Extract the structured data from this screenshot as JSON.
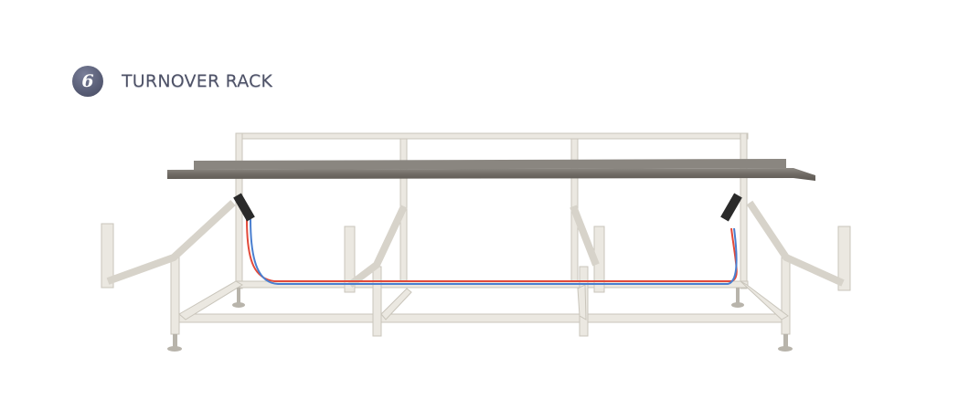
{
  "section": {
    "number": "6",
    "title": "TURNOVER RACK"
  },
  "image": {
    "subject": "turnover-rack-photo",
    "colors": {
      "frame": "#e9e6df",
      "frame_shadow": "#c9c5bb",
      "plate": "#77726c",
      "hose_red": "#e24a3a",
      "hose_blue": "#4a7fd0",
      "cylinder": "#2a2a2a"
    }
  }
}
